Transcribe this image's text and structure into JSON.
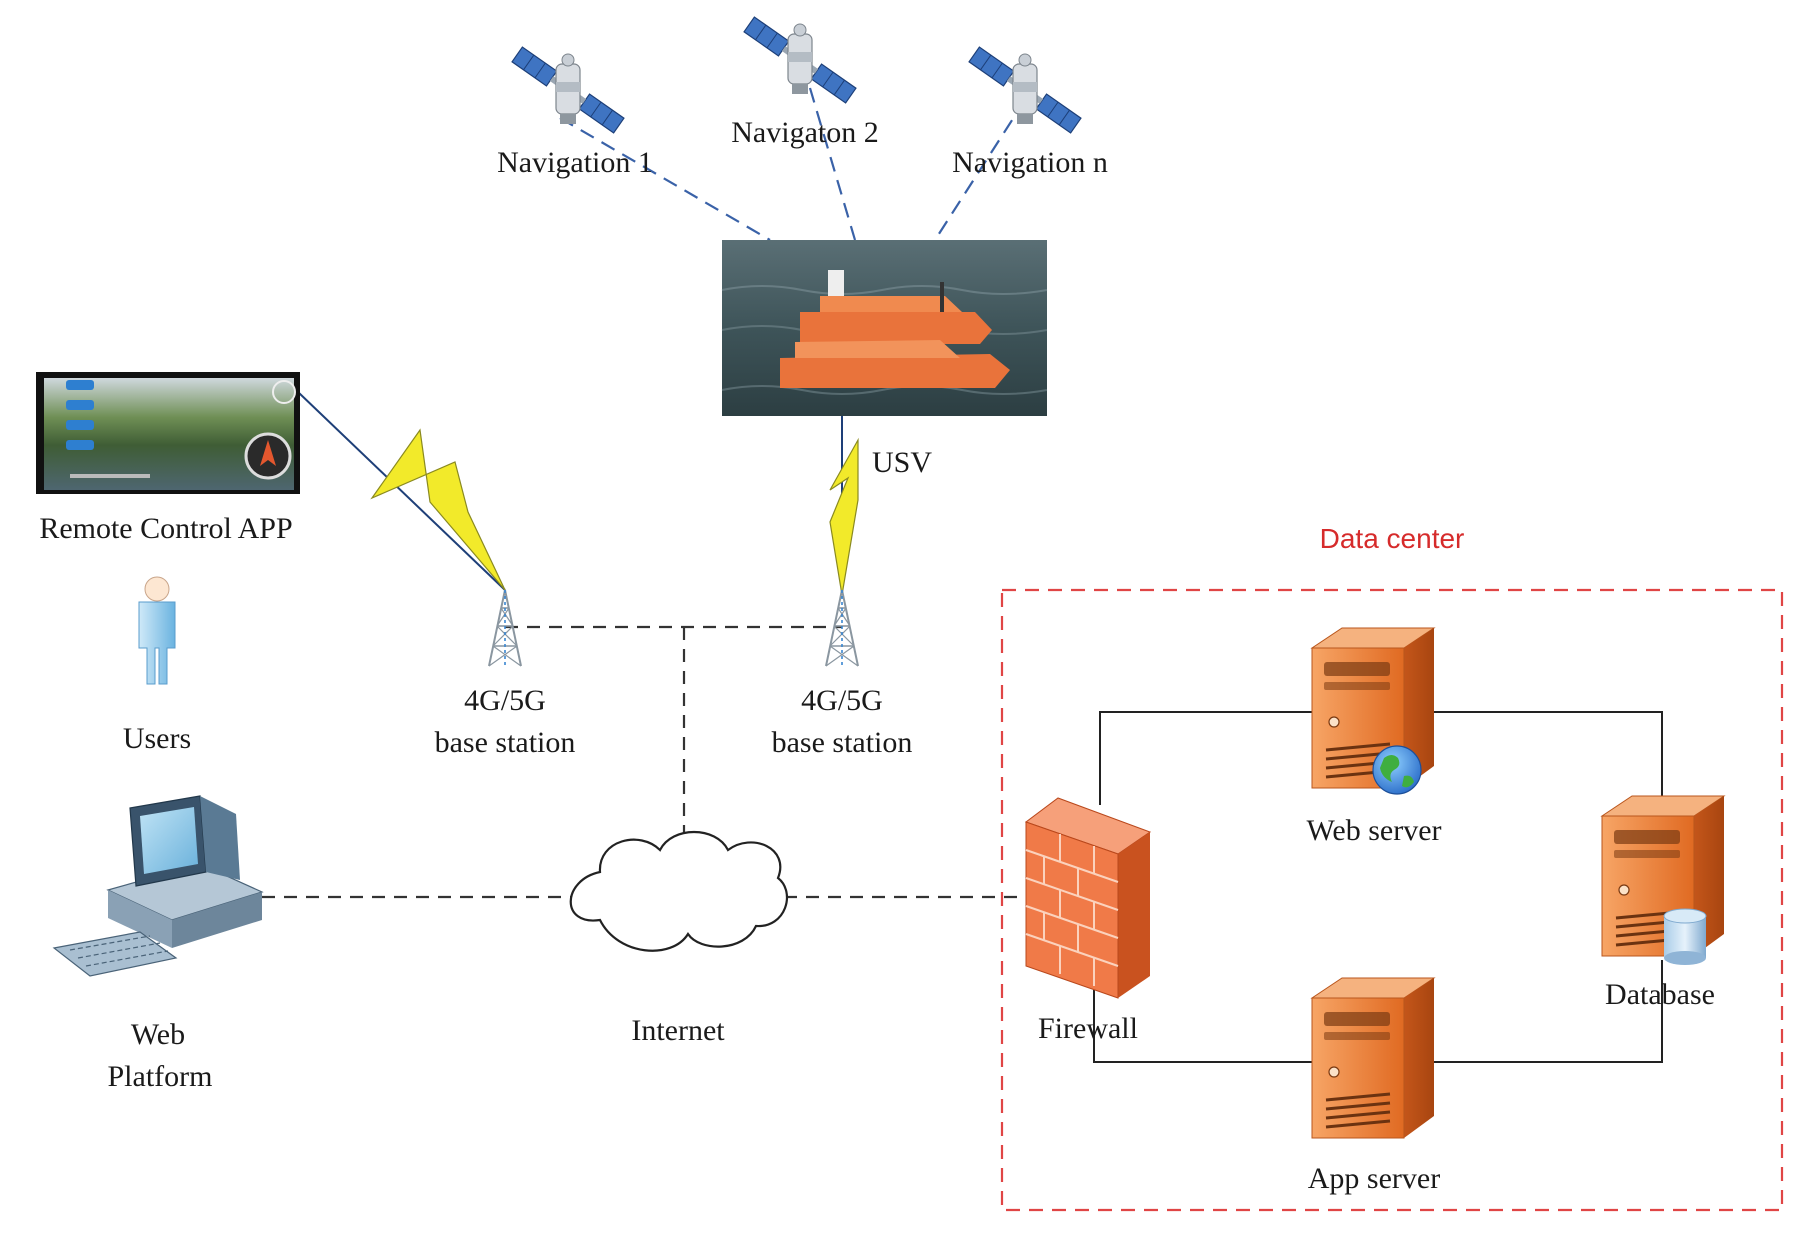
{
  "satellites": [
    {
      "label": "Navigation 1"
    },
    {
      "label": "Navigaton 2"
    },
    {
      "label": "Navigation n"
    }
  ],
  "usv": {
    "label": "USV"
  },
  "remote_app": {
    "label": "Remote Control APP"
  },
  "users": {
    "label": "Users"
  },
  "base_stations": [
    {
      "line1": "4G/5G",
      "line2": "base station"
    },
    {
      "line1": "4G/5G",
      "line2": "base station"
    }
  ],
  "web_platform": {
    "line1": "Web",
    "line2": "Platform"
  },
  "internet": {
    "label": "Internet"
  },
  "data_center": {
    "title": "Data center",
    "title_color": "#d62b2b",
    "web_server": "Web server",
    "database": "Database",
    "firewall": "Firewall",
    "app_server": "App server"
  },
  "colors": {
    "server": "#e8742a",
    "firewall": "#ef6a3a",
    "nav_link": "#3a62a8",
    "wireless": "#f2ea2a"
  }
}
